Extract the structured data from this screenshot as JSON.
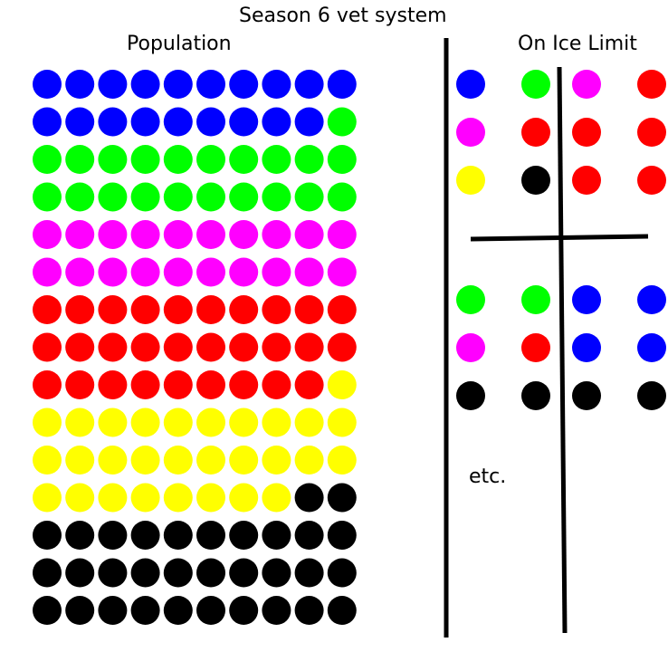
{
  "title": "Season 6 vet system",
  "population": {
    "heading": "Population",
    "rows": [
      [
        "blue",
        "blue",
        "blue",
        "blue",
        "blue",
        "blue",
        "blue",
        "blue",
        "blue",
        "blue"
      ],
      [
        "blue",
        "blue",
        "blue",
        "blue",
        "blue",
        "blue",
        "blue",
        "blue",
        "blue",
        "green"
      ],
      [
        "green",
        "green",
        "green",
        "green",
        "green",
        "green",
        "green",
        "green",
        "green",
        "green"
      ],
      [
        "green",
        "green",
        "green",
        "green",
        "green",
        "green",
        "green",
        "green",
        "green",
        "green"
      ],
      [
        "magenta",
        "magenta",
        "magenta",
        "magenta",
        "magenta",
        "magenta",
        "magenta",
        "magenta",
        "magenta",
        "magenta"
      ],
      [
        "magenta",
        "magenta",
        "magenta",
        "magenta",
        "magenta",
        "magenta",
        "magenta",
        "magenta",
        "magenta",
        "magenta"
      ],
      [
        "red",
        "red",
        "red",
        "red",
        "red",
        "red",
        "red",
        "red",
        "red",
        "red"
      ],
      [
        "red",
        "red",
        "red",
        "red",
        "red",
        "red",
        "red",
        "red",
        "red",
        "red"
      ],
      [
        "red",
        "red",
        "red",
        "red",
        "red",
        "red",
        "red",
        "red",
        "red",
        "yellow"
      ],
      [
        "yellow",
        "yellow",
        "yellow",
        "yellow",
        "yellow",
        "yellow",
        "yellow",
        "yellow",
        "yellow",
        "yellow"
      ],
      [
        "yellow",
        "yellow",
        "yellow",
        "yellow",
        "yellow",
        "yellow",
        "yellow",
        "yellow",
        "yellow",
        "yellow"
      ],
      [
        "yellow",
        "yellow",
        "yellow",
        "yellow",
        "yellow",
        "yellow",
        "yellow",
        "yellow",
        "black",
        "black"
      ],
      [
        "black",
        "black",
        "black",
        "black",
        "black",
        "black",
        "black",
        "black",
        "black",
        "black"
      ],
      [
        "black",
        "black",
        "black",
        "black",
        "black",
        "black",
        "black",
        "black",
        "black",
        "black"
      ],
      [
        "black",
        "black",
        "black",
        "black",
        "black",
        "black",
        "black",
        "black",
        "black",
        "black"
      ]
    ]
  },
  "on_ice_limit": {
    "heading": "On Ice Limit",
    "groups": [
      [
        [
          "blue",
          "green",
          "magenta",
          "red"
        ],
        [
          "magenta",
          "red",
          "red",
          "red"
        ],
        [
          "yellow",
          "black",
          "red",
          "red"
        ]
      ],
      [
        [
          "green",
          "green",
          "blue",
          "blue"
        ],
        [
          "magenta",
          "red",
          "blue",
          "blue"
        ],
        [
          "black",
          "black",
          "black",
          "black"
        ]
      ]
    ],
    "etc_text": "etc."
  },
  "colors": {
    "blue": "#0000ff",
    "green": "#00ff00",
    "magenta": "#ff00ff",
    "red": "#ff0000",
    "yellow": "#ffff00",
    "black": "#000000"
  }
}
